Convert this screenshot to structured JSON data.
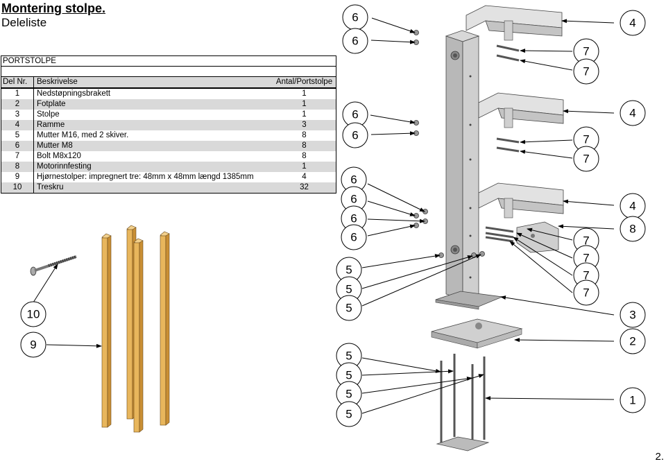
{
  "doc": {
    "title": "Montering stolpe.",
    "subtitle": "Deleliste",
    "page_number": "2."
  },
  "parts_table": {
    "heading": "PORTSTOLPE",
    "columns": [
      "Del Nr.",
      "Beskrivelse",
      "Antal/Portstolpe"
    ],
    "rows": [
      {
        "no": "1",
        "desc": "Nedstøpningsbrakett",
        "qty": "1"
      },
      {
        "no": "2",
        "desc": "Fotplate",
        "qty": "1"
      },
      {
        "no": "3",
        "desc": "Stolpe",
        "qty": "1"
      },
      {
        "no": "4",
        "desc": "Ramme",
        "qty": "3"
      },
      {
        "no": "5",
        "desc": "Mutter M16, med 2 skiver.",
        "qty": "8"
      },
      {
        "no": "6",
        "desc": "Mutter M8",
        "qty": "8"
      },
      {
        "no": "7",
        "desc": "Bolt M8x120",
        "qty": "8"
      },
      {
        "no": "8",
        "desc": "Motorinnfesting",
        "qty": "1"
      },
      {
        "no": "9",
        "desc": "Hjørnestolper: impregnert tre: 48mm x 48mm længd 1385mm",
        "qty": "4"
      },
      {
        "no": "10",
        "desc": "Treskru",
        "qty": "32"
      }
    ]
  },
  "colors": {
    "wood": "#e8b65c",
    "steel": "#b8b8b8",
    "row_shade": "#d9d9d9"
  },
  "callouts": {
    "c6a": "6",
    "c6b": "6",
    "c4a": "4",
    "c7a": "7",
    "c7b": "7",
    "c6c": "6",
    "c6d": "6",
    "c4b": "4",
    "c7c": "7",
    "c7d": "7",
    "c6e": "6",
    "c6f": "6",
    "c6g": "6",
    "c6h": "6",
    "c4c": "4",
    "c8": "8",
    "c7e": "7",
    "c7f": "7",
    "c7g": "7",
    "c7h": "7",
    "c5a": "5",
    "c5b": "5",
    "c5c": "5",
    "c3": "3",
    "c2": "2",
    "c5d": "5",
    "c5e": "5",
    "c5f": "5",
    "c5g": "5",
    "c1": "1",
    "c10": "10",
    "c9": "9"
  }
}
